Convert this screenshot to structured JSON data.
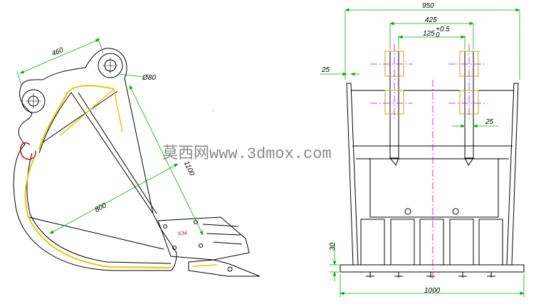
{
  "side_view": {
    "dims": {
      "d460": "460",
      "d80": "Ø80",
      "d1100": "1100",
      "d800": "800"
    },
    "plate_text": "ICM"
  },
  "front_view": {
    "dims": {
      "d950": "950",
      "d425": "425",
      "d125_main": "125",
      "d125_tol_upper": "+0.5",
      "d125_tol_lower": "0",
      "d25_left": "25",
      "d25_right": "25",
      "d30": "30",
      "d1000": "1000"
    }
  },
  "watermark": "莫西网www.3dmox.com",
  "colors": {
    "outline": "#000000",
    "dimension": "#00b000",
    "liner": "#e8c800",
    "centerline": "#d000d0",
    "watermark": "#8a8a8a"
  }
}
